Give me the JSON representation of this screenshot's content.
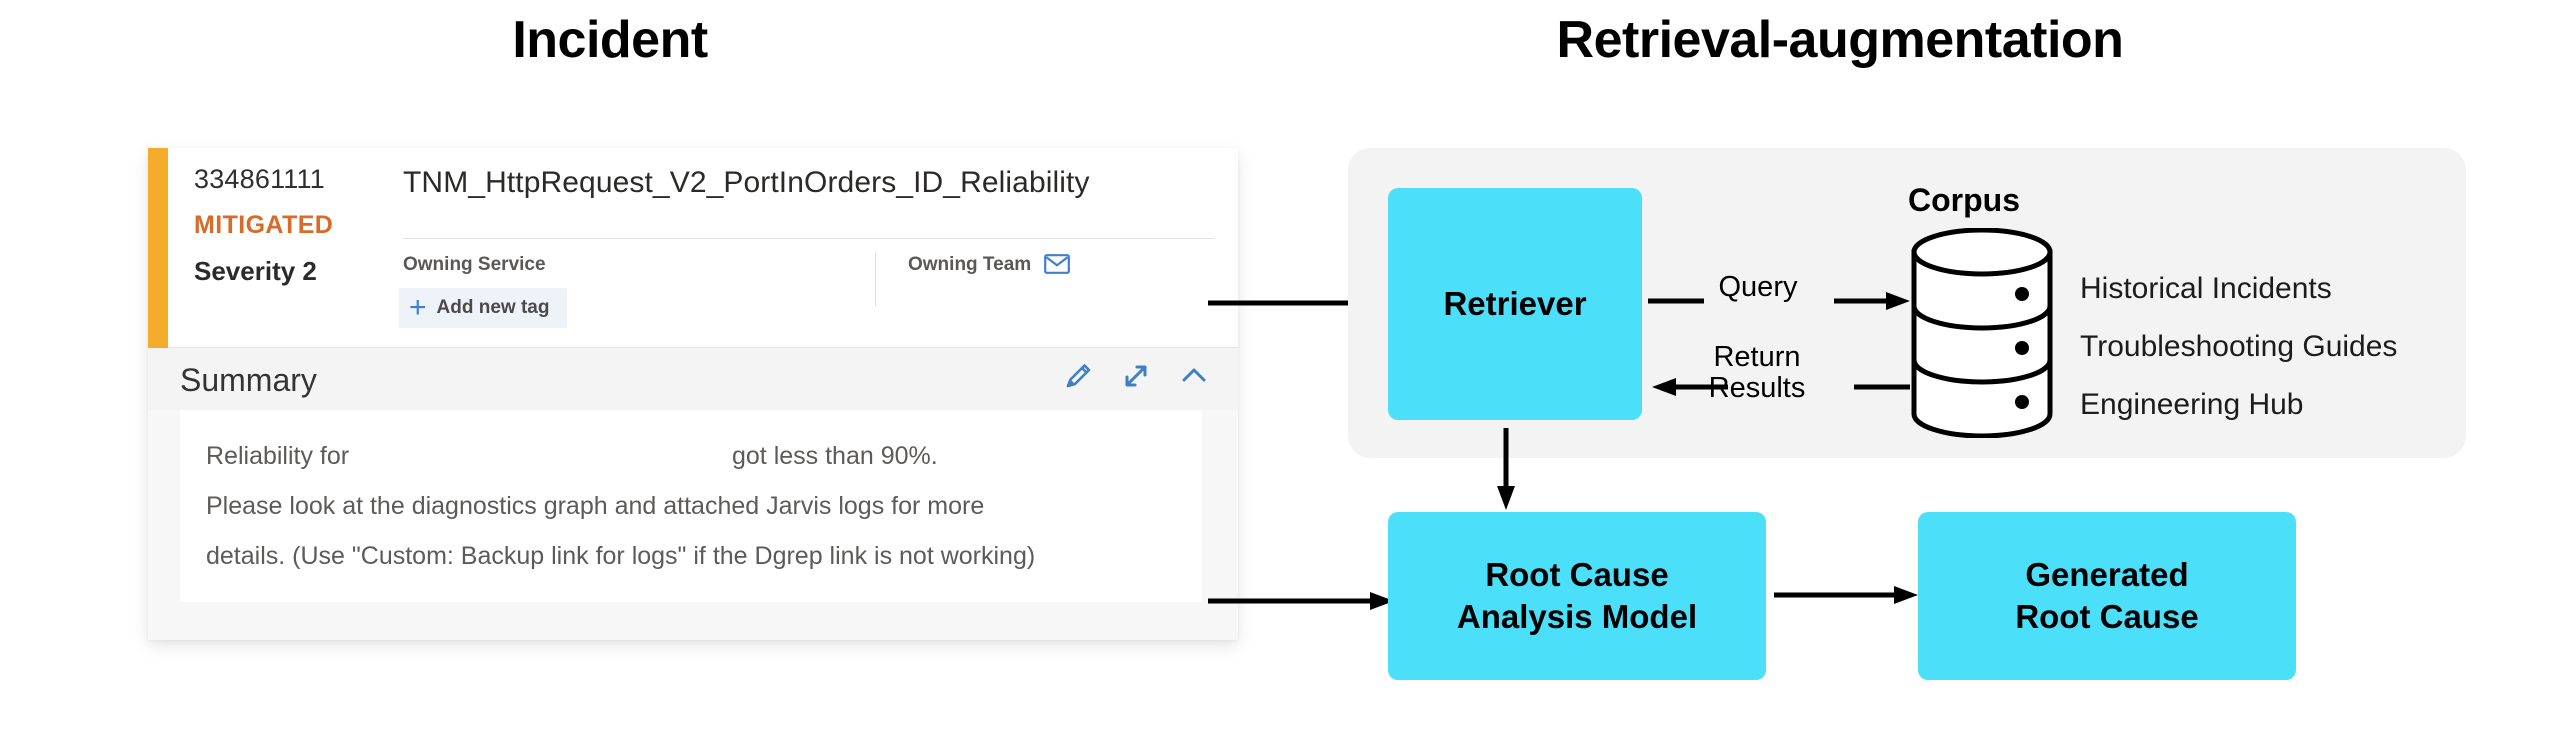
{
  "headings": {
    "left": "Incident",
    "right": "Retrieval-augmentation"
  },
  "incident": {
    "id": "334861111",
    "status": "MITIGATED",
    "severity": "Severity 2",
    "title": "TNM_HttpRequest_V2_PortInOrders_ID_Reliability",
    "owning_service_label": "Owning Service",
    "owning_team_label": "Owning Team",
    "mail_icon": "mail-icon",
    "add_tag_label": "Add new tag",
    "add_tag_icon": "plus-icon",
    "summary": {
      "header": "Summary",
      "actions": [
        {
          "icon": "pencil-icon",
          "name": "edit"
        },
        {
          "icon": "expand-diagonal-icon",
          "name": "expand"
        },
        {
          "icon": "chevron-up-icon",
          "name": "collapse"
        }
      ],
      "line1_left": "Reliability for",
      "line1_right": "got less than 90%.",
      "line2": "Please look at the diagnostics graph and attached Jarvis logs for more",
      "line3": "details. (Use \"Custom: Backup link for logs\" if the Dgrep link is not working)"
    },
    "accent_color": "#f5ab2b",
    "status_color": "#d96a27"
  },
  "rag": {
    "retriever": "Retriever",
    "rca_model": "Root Cause\nAnalysis Model",
    "rca_model_line1": "Root Cause",
    "rca_model_line2": "Analysis Model",
    "generated_line1": "Generated",
    "generated_line2": "Root Cause",
    "corpus_label": "Corpus",
    "corpus_items": [
      "Historical Incidents",
      "Troubleshooting Guides",
      "Engineering Hub"
    ],
    "query_label": "Query",
    "return_label_line1": "Return",
    "return_label_line2": "Results",
    "box_color": "#4bdff9",
    "panel_color": "#f3f3f3"
  }
}
